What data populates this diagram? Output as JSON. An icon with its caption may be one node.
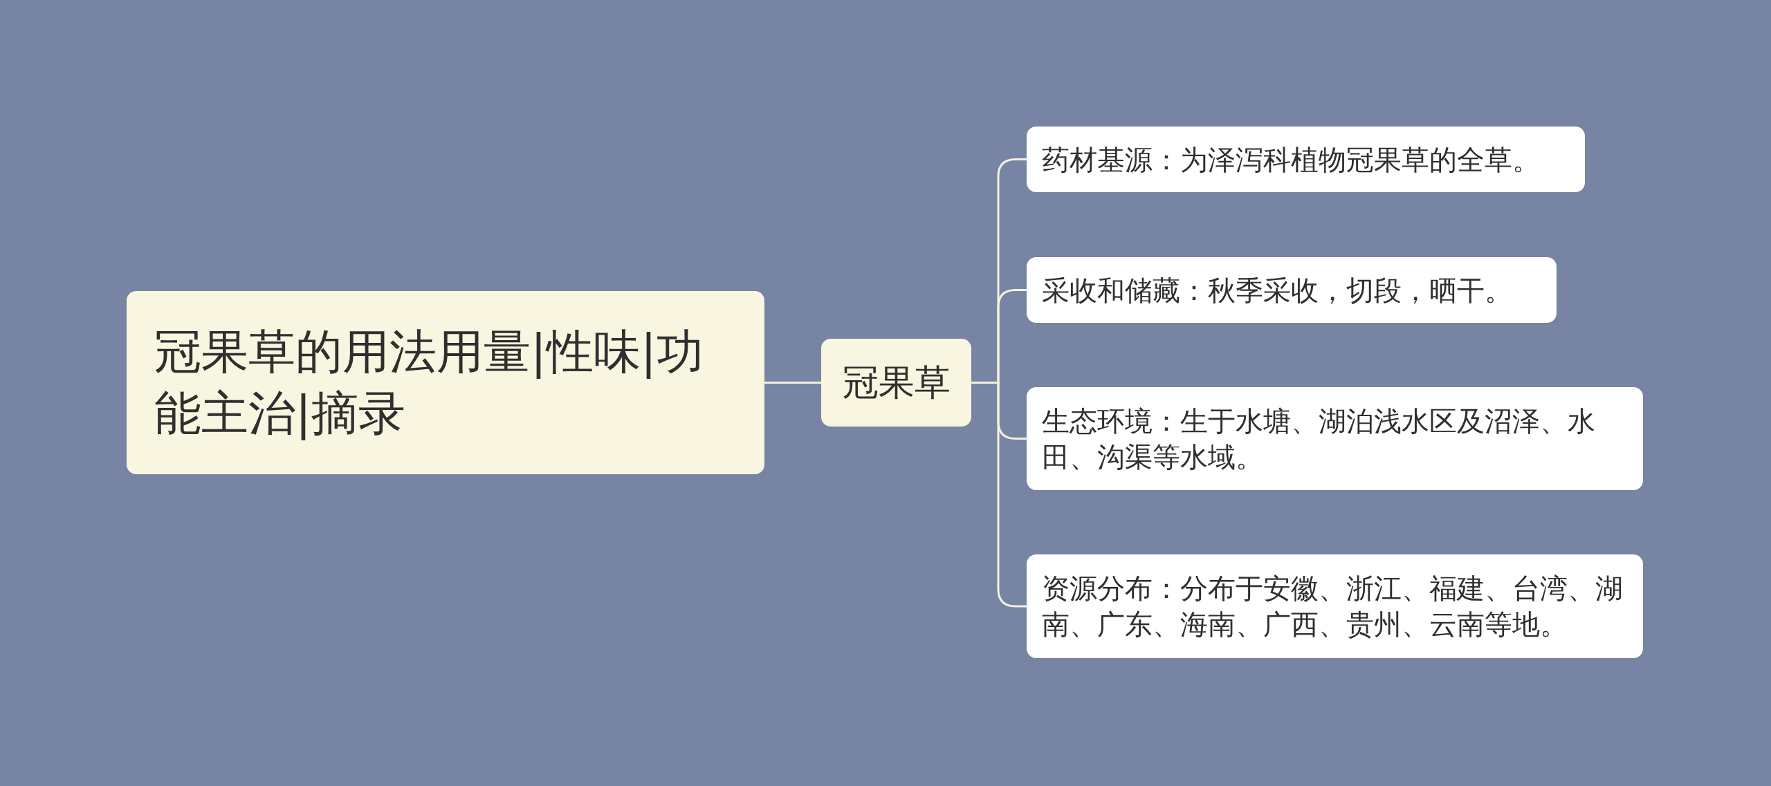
{
  "diagram": {
    "nodes": [
      {
        "text": [
          "冠果草的用法用量|性味|功能主治|摘录"
        ]
      },
      {
        "text": [
          "冠果草"
        ]
      },
      {
        "text": [
          "药材基源：为泽泻科植物冠果草的全草。"
        ]
      },
      {
        "text": [
          "采收和储藏：秋季采收，切段，晒干。"
        ]
      },
      {
        "text": [
          "生态环境：生于水塘、湖泊浅水区及沼泽、水田、沟渠等水域。"
        ]
      },
      {
        "text": [
          "资源分布：分布于安徽、浙江、福建、台湾、湖南、广东、海南、广西、贵州、云南等地。"
        ]
      }
    ],
    "edges": [
      {
        "from": 0,
        "to": 1,
        "arrow": "none"
      },
      {
        "from": 1,
        "to": 2,
        "arrow": "none"
      },
      {
        "from": 1,
        "to": 3,
        "arrow": "none"
      },
      {
        "from": 1,
        "to": 4,
        "arrow": "none"
      },
      {
        "from": 1,
        "to": 5,
        "arrow": "none"
      }
    ]
  }
}
